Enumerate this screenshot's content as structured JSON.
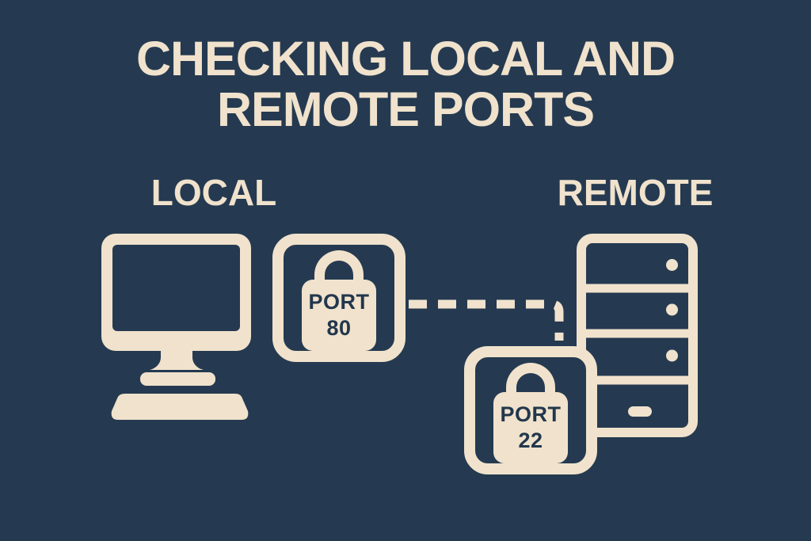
{
  "colors": {
    "background": "#253A51",
    "foreground": "#F0E2CC",
    "lock_text": "#22374D"
  },
  "title": {
    "line1": "CHECKING LOCAL AND",
    "line2": "REMOTE PORTS"
  },
  "local": {
    "label": "LOCAL",
    "device_icon": "desktop-computer-icon",
    "port_box": {
      "word": "PORT",
      "number": "80"
    }
  },
  "remote": {
    "label": "REMOTE",
    "device_icon": "server-tower-icon",
    "port_box": {
      "word": "PORT",
      "number": "22"
    }
  },
  "connection": {
    "icon": "dashed-connection-line"
  }
}
